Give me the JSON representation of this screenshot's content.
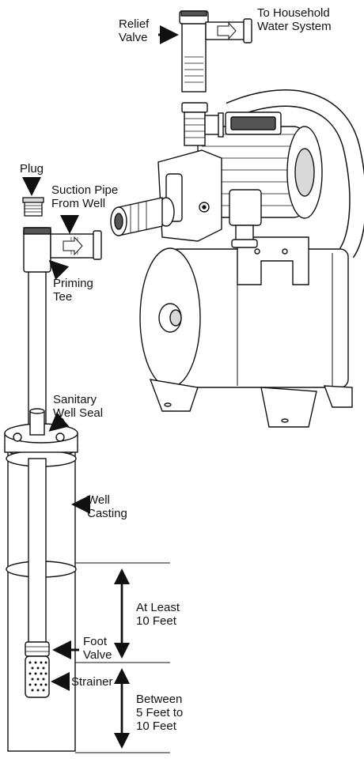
{
  "labels": {
    "relief_valve": [
      "Relief",
      "Valve"
    ],
    "to_household": [
      "To Household",
      "Water System"
    ],
    "plug": "Plug",
    "suction_pipe": [
      "Suction Pipe",
      "From Well"
    ],
    "priming_tee": [
      "Priming",
      "Tee"
    ],
    "sanitary_well_seal": [
      "Sanitary",
      "Well Seal"
    ],
    "well_casting": [
      "Well",
      "Casting"
    ],
    "at_least": [
      "At Least",
      "10 Feet"
    ],
    "foot_valve": [
      "Foot",
      "Valve"
    ],
    "strainer": "Strainer",
    "between": [
      "Between",
      "5 Feet to",
      "10 Feet"
    ]
  },
  "colors": {
    "line": "#111111",
    "fill": "#ffffff",
    "shade": "#d9d9d9",
    "dark": "#555555"
  }
}
